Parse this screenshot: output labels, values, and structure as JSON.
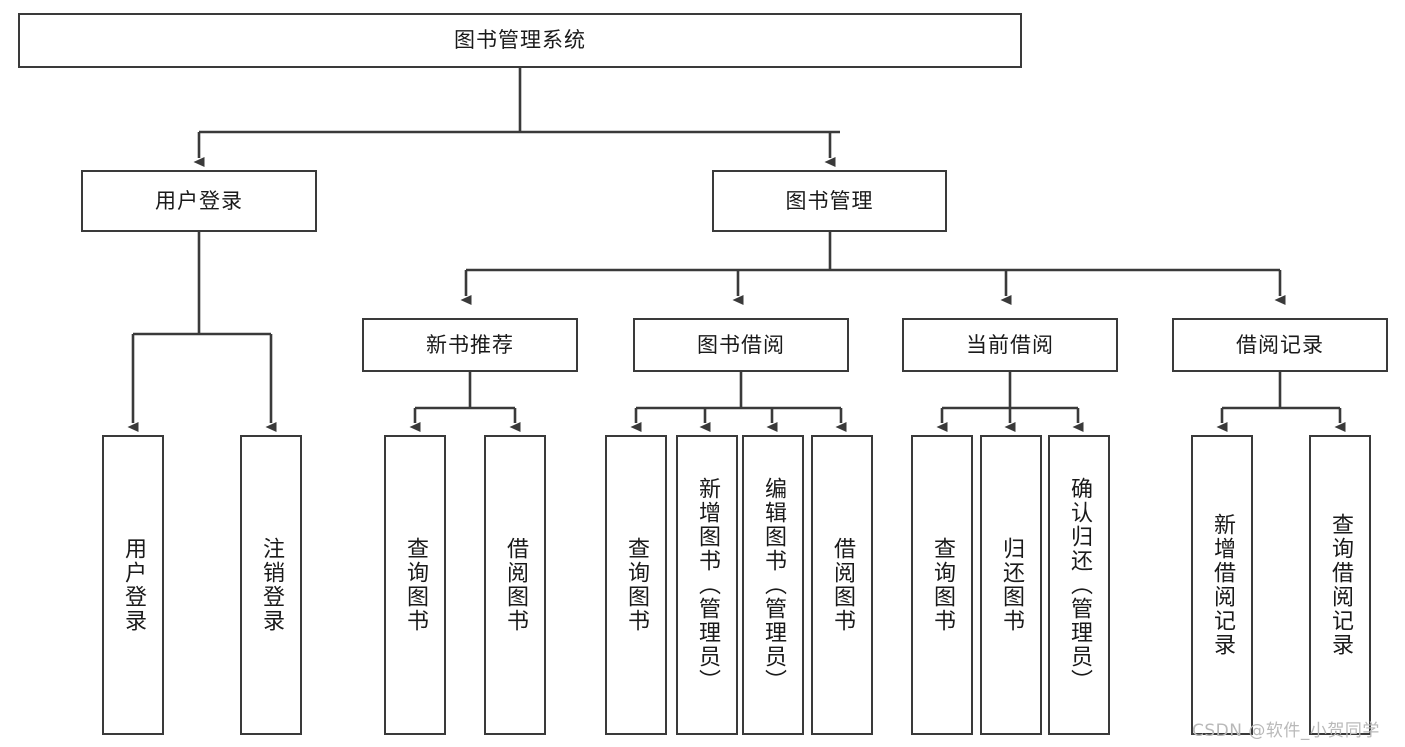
{
  "diagram": {
    "title_text": "图书管理系统",
    "stroke_color": "#3a3a3a",
    "fill_color": "#ffffff",
    "text_color": "#1a1a1a",
    "levels": {
      "root": {
        "label": "图书管理系统"
      },
      "level2": [
        {
          "label": "用户登录"
        },
        {
          "label": "图书管理"
        }
      ],
      "level3": [
        {
          "label": "新书推荐"
        },
        {
          "label": "图书借阅"
        },
        {
          "label": "当前借阅"
        },
        {
          "label": "借阅记录"
        }
      ],
      "leaves": [
        {
          "label": "用户登录",
          "parent": "用户登录"
        },
        {
          "label": "注销登录",
          "parent": "用户登录"
        },
        {
          "label": "查询图书",
          "parent": "新书推荐"
        },
        {
          "label": "借阅图书",
          "parent": "新书推荐"
        },
        {
          "label": "查询图书",
          "parent": "图书借阅"
        },
        {
          "label": "新增图书（管理员）",
          "parent": "图书借阅"
        },
        {
          "label": "编辑图书（管理员）",
          "parent": "图书借阅"
        },
        {
          "label": "借阅图书",
          "parent": "图书借阅"
        },
        {
          "label": "查询图书",
          "parent": "当前借阅"
        },
        {
          "label": "归还图书",
          "parent": "当前借阅"
        },
        {
          "label": "确认归还（管理员）",
          "parent": "当前借阅"
        },
        {
          "label": "新增借阅记录",
          "parent": "借阅记录"
        },
        {
          "label": "查询借阅记录",
          "parent": "借阅记录"
        }
      ]
    }
  },
  "watermark": {
    "text": "CSDN @软件_小贺同学"
  }
}
